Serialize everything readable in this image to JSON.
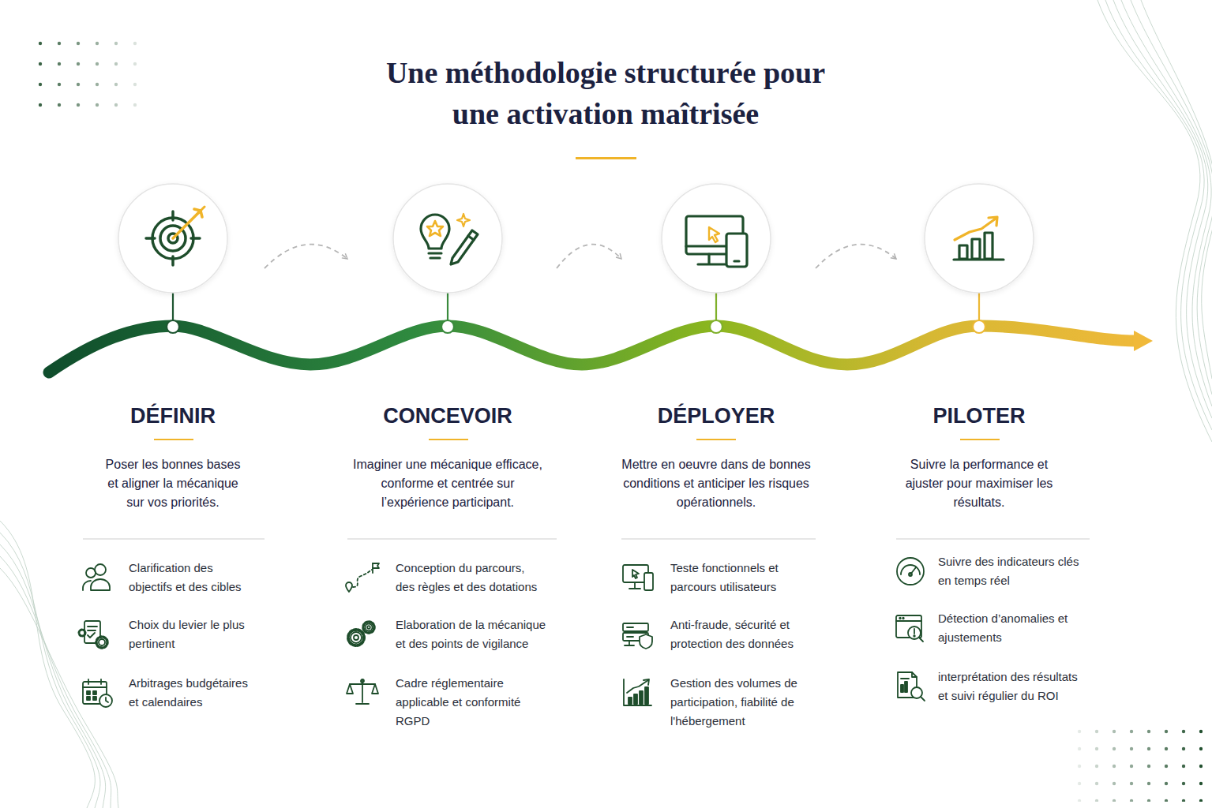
{
  "diagram": {
    "title": "Une méthodologie structurée pour une activation maîtrisée",
    "nodes": [
      {
        "text": [
          "DÉFINIR",
          "Poser les bonnes bases et aligner la mécanique sur vos priorités.",
          "Clarification des objectifs et des cibles",
          "Choix du levier le plus pertinent",
          "Arbitrages budgétaires et calendaires"
        ]
      },
      {
        "text": [
          "CONCEVOIR",
          "Imaginer une mécanique efficace, conforme et centrée sur l’expérience participant.",
          "Conception du parcours, des règles et des dotations",
          "Elaboration de la mécanique et des points de vigilance",
          "Cadre réglementaire applicable et conformité RGPD"
        ]
      },
      {
        "text": [
          "DÉPLOYER",
          "Mettre en oeuvre dans de bonnes conditions et anticiper les risques opérationnels.",
          "Teste fonctionnels et parcours utilisateurs",
          "Anti-fraude, sécurité et protection des données",
          "Gestion des volumes de participation, fiabilité de l'hébergement"
        ]
      },
      {
        "text": [
          "PILOTER",
          "Suivre la performance et ajuster pour maximiser les résultats.",
          "Suivre des indicateurs clés en temps réel",
          "Détection d’anomalies et ajustements",
          "interprétation des résultats et suivi régulier du ROI"
        ]
      }
    ],
    "edges": [
      {
        "from": 0,
        "to": 1,
        "arrow": "to"
      },
      {
        "from": 1,
        "to": 2,
        "arrow": "to"
      },
      {
        "from": 2,
        "to": 3,
        "arrow": "to"
      }
    ]
  }
}
